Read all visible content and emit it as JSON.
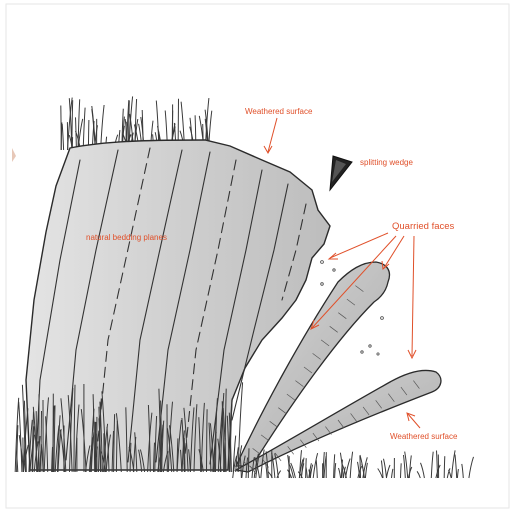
{
  "annotation_color": "#e0502a",
  "pencil_color": "#2b2b2b",
  "labels": {
    "weathered_top": "Weathered surface",
    "splitting_wedge": "splitting wedge",
    "bedding_planes": "natural bedding planes",
    "quarried_faces": "Quarried faces",
    "weathered_bottom": "Weathered surface"
  }
}
